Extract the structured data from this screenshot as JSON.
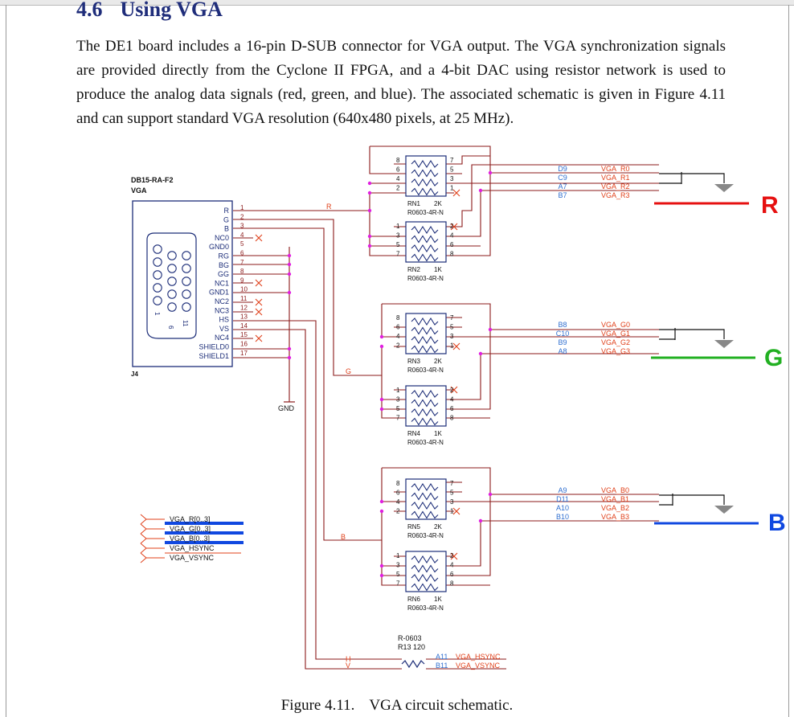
{
  "section": {
    "number": "4.6",
    "title": "Using VGA"
  },
  "body_text": "The DE1 board includes a 16-pin D-SUB connector for VGA output. The VGA synchronization signals are provided directly from the Cyclone II FPGA, and a 4-bit DAC using resistor network is used to produce the analog data signals (red, green, and blue). The associated schematic is given in Figure 4.11 and can support standard VGA resolution (640x480 pixels, at 25 MHz).",
  "figure": {
    "number": "Figure 4.11.",
    "caption": "VGA circuit schematic."
  },
  "schematic": {
    "connector": {
      "part": "DB15-RA-F2",
      "name": "VGA",
      "ref": "J4",
      "pin_labels": [
        "R",
        "G",
        "B",
        "NC0",
        "GND0",
        "RG",
        "BG",
        "GG",
        "NC1",
        "GND1",
        "NC2",
        "NC3",
        "HS",
        "VS",
        "NC4",
        "SHIELD0",
        "SHIELD1"
      ],
      "pin_numbers": [
        "1",
        "2",
        "3",
        "4",
        "5",
        "6",
        "7",
        "8",
        "9",
        "10",
        "11",
        "12",
        "13",
        "14",
        "15",
        "16",
        "17"
      ],
      "hole_labels": [
        "1",
        "6",
        "11"
      ]
    },
    "gnd_label": "GND",
    "wire_labels": {
      "r": "R",
      "g": "G",
      "b": "B",
      "h": "H",
      "v": "V"
    },
    "networks": [
      {
        "name": "RN1",
        "value": "2K",
        "part": "R0603-4R-N",
        "left_pins": [
          "8",
          "6",
          "4",
          "2"
        ],
        "right_pins": [
          "7",
          "5",
          "3",
          "1"
        ]
      },
      {
        "name": "RN2",
        "value": "1K",
        "part": "R0603-4R-N",
        "left_pins": [
          "1",
          "3",
          "5",
          "7"
        ],
        "right_pins": [
          "2",
          "4",
          "6",
          "8"
        ]
      },
      {
        "name": "RN3",
        "value": "2K",
        "part": "R0603-4R-N",
        "left_pins": [
          "8",
          "6",
          "4",
          "2"
        ],
        "right_pins": [
          "7",
          "5",
          "3",
          "1"
        ]
      },
      {
        "name": "RN4",
        "value": "1K",
        "part": "R0603-4R-N",
        "left_pins": [
          "1",
          "3",
          "5",
          "7"
        ],
        "right_pins": [
          "2",
          "4",
          "6",
          "8"
        ]
      },
      {
        "name": "RN5",
        "value": "2K",
        "part": "R0603-4R-N",
        "left_pins": [
          "8",
          "6",
          "4",
          "2"
        ],
        "right_pins": [
          "7",
          "5",
          "3",
          "1"
        ]
      },
      {
        "name": "RN6",
        "value": "1K",
        "part": "R0603-4R-N",
        "left_pins": [
          "1",
          "3",
          "5",
          "7"
        ],
        "right_pins": [
          "2",
          "4",
          "6",
          "8"
        ]
      }
    ],
    "red_signals": {
      "fpga_pins": [
        "D9",
        "C9",
        "A7",
        "B7"
      ],
      "nets": [
        "VGA_R0",
        "VGA_R1",
        "VGA_R2",
        "VGA_R3"
      ],
      "channel": "R"
    },
    "green_signals": {
      "fpga_pins": [
        "B8",
        "C10",
        "B9",
        "A8"
      ],
      "nets": [
        "VGA_G0",
        "VGA_G1",
        "VGA_G2",
        "VGA_G3"
      ],
      "channel": "G"
    },
    "blue_signals": {
      "fpga_pins": [
        "A9",
        "D11",
        "A10",
        "B10"
      ],
      "nets": [
        "VGA_B0",
        "VGA_B1",
        "VGA_B2",
        "VGA_B3"
      ],
      "channel": "B"
    },
    "sync_resistor": {
      "part": "R-0603",
      "ref": "R13 120"
    },
    "sync_signals": {
      "fpga_pins": [
        "A11",
        "B11"
      ],
      "nets": [
        "VGA_HSYNC",
        "VGA_VSYNC"
      ]
    },
    "bus_labels": [
      "VGA_R[0..3]",
      "VGA_G[0..3]",
      "VGA_B[0..3]",
      "VGA_HSYNC",
      "VGA_VSYNC"
    ],
    "colors": {
      "wire": "#8b1a1a",
      "net_label": "#e0401a",
      "pin_label": "#2f6fd0",
      "junction": "#e020e0",
      "symbol": "#1c2d78",
      "red": "#e61010",
      "green": "#22b022",
      "blue": "#1048e0"
    }
  }
}
